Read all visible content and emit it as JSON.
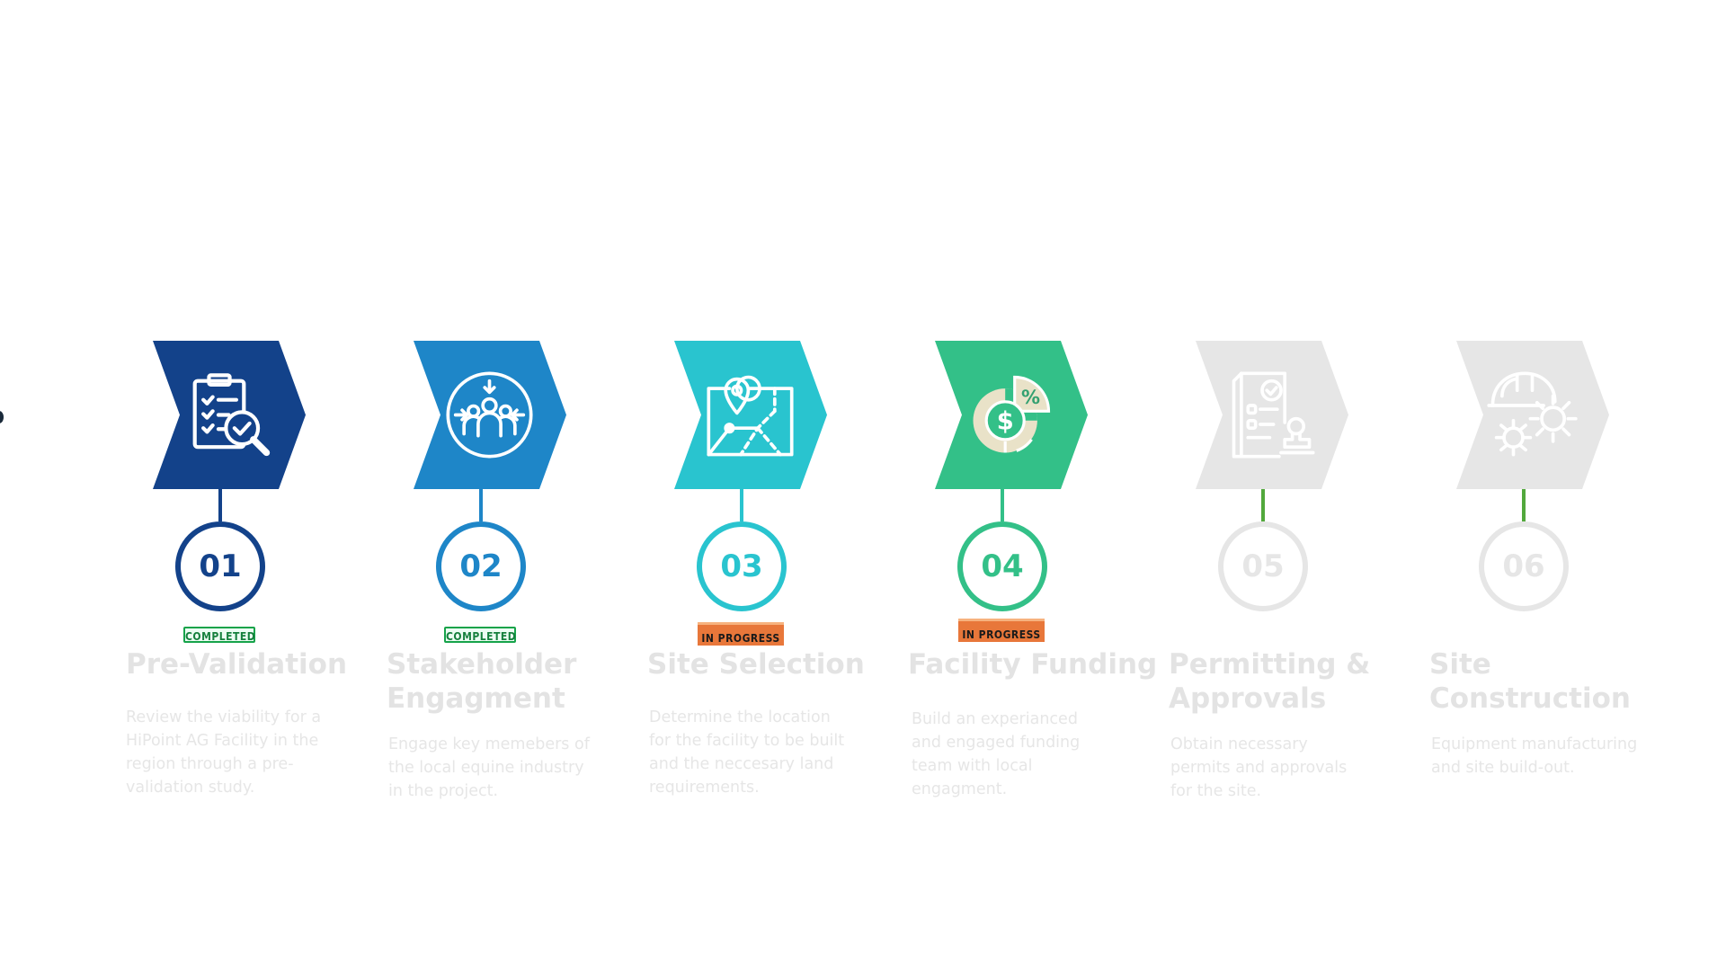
{
  "steps": [
    {
      "number": "01",
      "title": "Pre-Validation",
      "description": "Review the viability for a HiPoint AG Facility in the region through a pre-validation study.",
      "status": "COMPLETED",
      "color": "#13428a",
      "icon": "clipboard-magnifier-icon"
    },
    {
      "number": "02",
      "title": "Stakeholder Engagment",
      "description": "Engage key memebers of the local equine industry in the project.",
      "status": "COMPLETED",
      "color": "#1e86c8",
      "icon": "team-cycle-icon"
    },
    {
      "number": "03",
      "title": "Site Selection",
      "description": "Determine the location for the facility to be built and the neccesary land requirements.",
      "status": "IN PROGRESS",
      "color": "#29c4cf",
      "icon": "map-pin-icon"
    },
    {
      "number": "04",
      "title": "Facility Funding",
      "description": "Build  an experianced and engaged funding team with local engagment.",
      "status": "IN PROGRESS",
      "color": "#33c088",
      "icon": "dollar-pie-chart-icon"
    },
    {
      "number": "05",
      "title": "Permitting & Approvals",
      "description": "Obtain necessary permits and approvals for the site.",
      "status": "",
      "color": "#e6e6e6",
      "icon": "document-stamp-icon"
    },
    {
      "number": "06",
      "title": "Site Construction",
      "description": "Equipment manufacturing and site build-out.",
      "status": "",
      "color": "#e6e6e6",
      "icon": "hardhat-gears-icon"
    }
  ],
  "colors": {
    "inactive": "#e6e6e6",
    "inactive_connector": "#52a83c",
    "completed_badge": "#16a34a",
    "in_progress_badge": "#e8773a",
    "text_faded": "#e3e3e3"
  }
}
